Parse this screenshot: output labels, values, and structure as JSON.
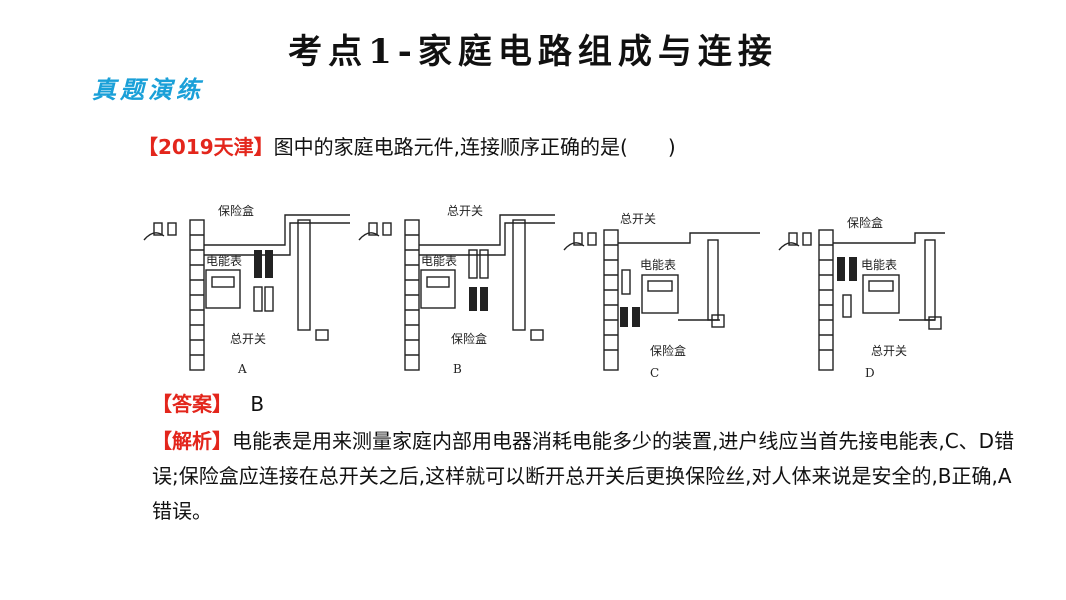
{
  "title": "考点1-家庭电路组成与连接",
  "subtitle": "真题演练",
  "question": {
    "source": "【2019天津】",
    "text": "图中的家庭电路元件,连接顺序正确的是(　　)"
  },
  "figures": [
    {
      "letter": "A",
      "label_top": "保险盒",
      "label_meter": "电能表",
      "label_bottom": "总开关"
    },
    {
      "letter": "B",
      "label_top": "总开关",
      "label_meter": "电能表",
      "label_bottom": "保险盒"
    },
    {
      "letter": "C",
      "label_top": "总开关",
      "label_meter": "电能表",
      "label_bottom": "保险盒"
    },
    {
      "letter": "D",
      "label_top": "保险盒",
      "label_meter": "电能表",
      "label_bottom": "总开关"
    }
  ],
  "answer": {
    "tag": "【答案】",
    "value": "B"
  },
  "analysis": {
    "tag": "【解析】",
    "text": "电能表是用来测量家庭内部用电器消耗电能多少的装置,进户线应当首先接电能表,C、D错误;保险盒应连接在总开关之后,这样就可以断开总开关后更换保险丝,对人体来说是安全的,B正确,A错误。"
  }
}
